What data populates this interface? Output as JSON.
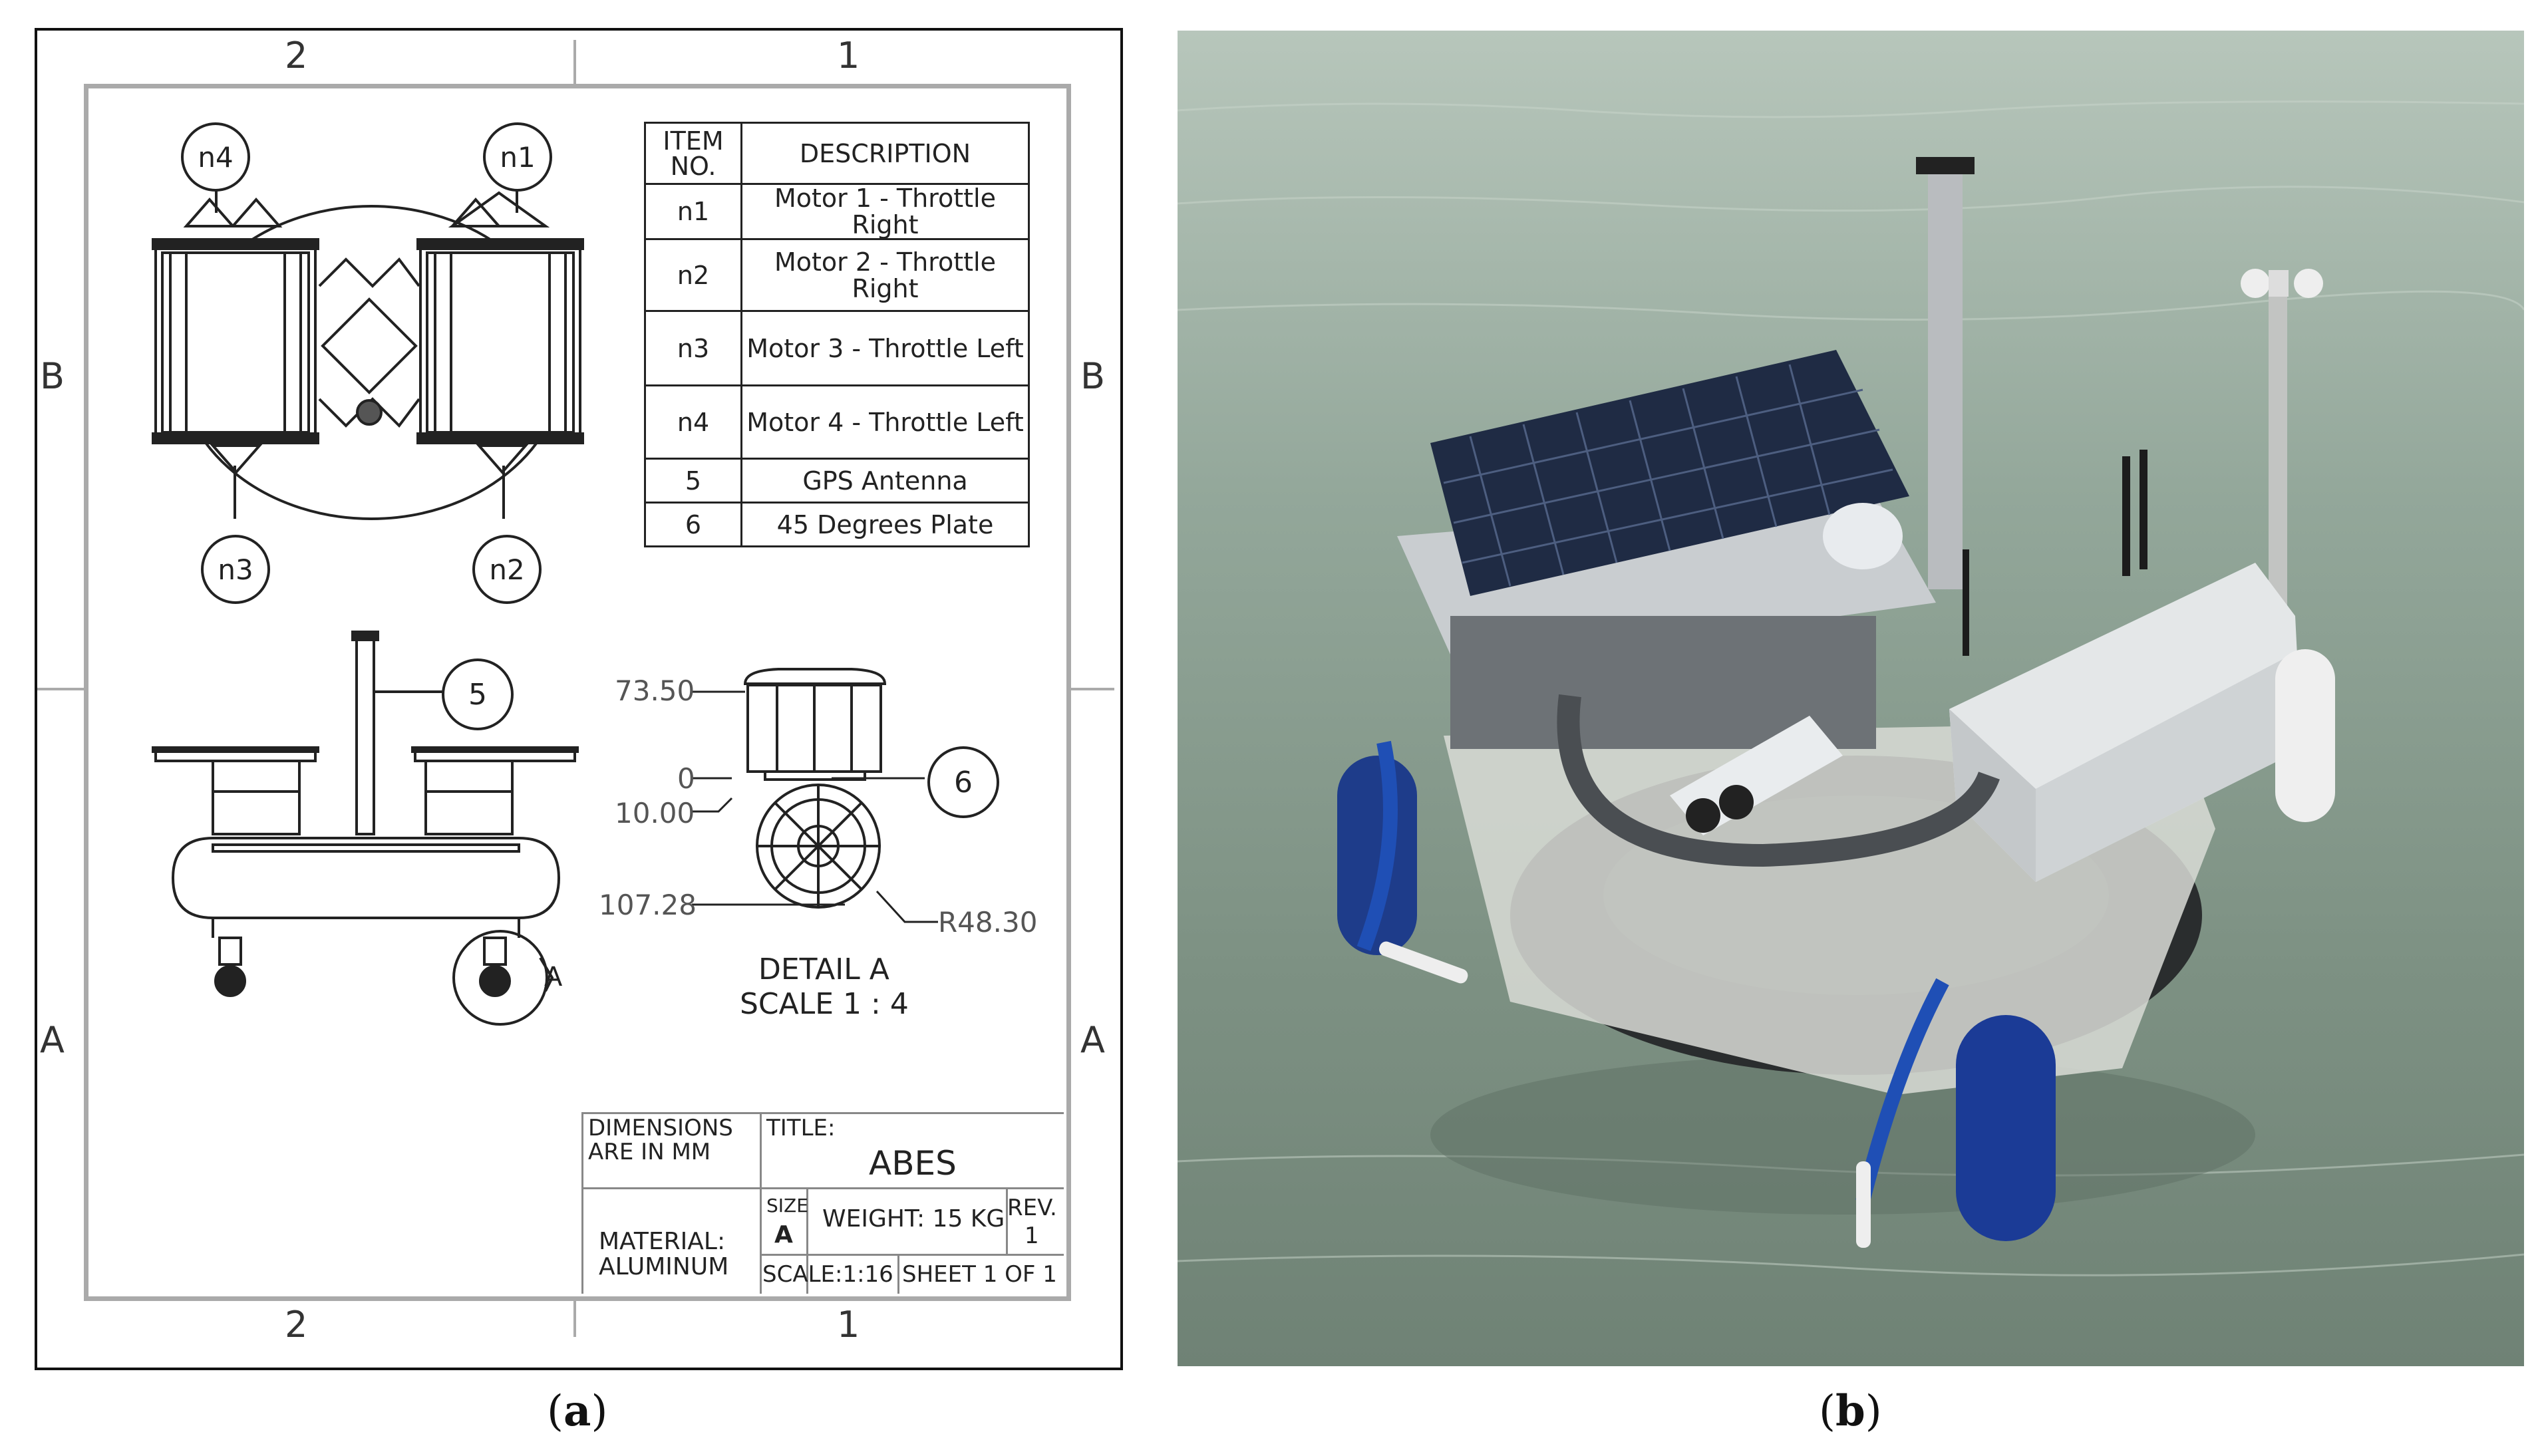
{
  "drawing": {
    "zones_top": [
      "2",
      "1"
    ],
    "zones_bottom": [
      "2",
      "1"
    ],
    "zones_left": [
      "B",
      "A"
    ],
    "zones_right": [
      "B",
      "A"
    ],
    "balloons": {
      "n4": "n4",
      "n1": "n1",
      "n3": "n3",
      "n2": "n2",
      "b5": "5",
      "b6": "6"
    },
    "detail_marker": "A",
    "dimensions": {
      "d1": "73.50",
      "d2": "0",
      "d3": "10.00",
      "d4": "107.28",
      "radius": "R48.30"
    },
    "detail_title": "DETAIL A",
    "detail_scale": "SCALE 1 : 4",
    "bom": {
      "header_item": "ITEM NO.",
      "header_desc": "DESCRIPTION",
      "rows": [
        {
          "item": "n1",
          "desc": "Motor 1 - Throttle Right"
        },
        {
          "item": "n2",
          "desc": "Motor 2 - Throttle Right"
        },
        {
          "item": "n3",
          "desc": "Motor 3 - Throttle Left"
        },
        {
          "item": "n4",
          "desc": "Motor 4 - Throttle Left"
        },
        {
          "item": "5",
          "desc": "GPS Antenna"
        },
        {
          "item": "6",
          "desc": "45 Degrees Plate"
        }
      ]
    },
    "title_block": {
      "dimensions_note": "DIMENSIONS ARE IN MM",
      "title_label": "TITLE:",
      "title": "ABES",
      "material_label": "MATERIAL:",
      "material": "ALUMINUM",
      "size_label": "SIZE",
      "size": "A",
      "weight": "WEIGHT: 15 KG",
      "rev_label": "REV.",
      "rev": "1",
      "scale": "SCALE:1:16",
      "sheet": "SHEET 1 OF 1"
    }
  },
  "captions": {
    "a": "a",
    "b": "b"
  }
}
